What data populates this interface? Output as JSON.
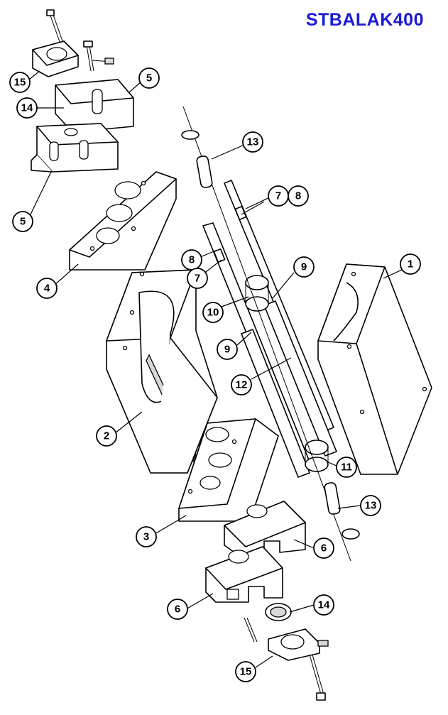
{
  "title": "STBALAK400",
  "title_color": "#1a1ad6",
  "callouts": [
    "15",
    "14",
    "5",
    "5",
    "4",
    "13",
    "8",
    "7",
    "8",
    "7",
    "10",
    "9",
    "9",
    "1",
    "12",
    "2",
    "11",
    "13",
    "3",
    "6",
    "6",
    "14",
    "15"
  ]
}
